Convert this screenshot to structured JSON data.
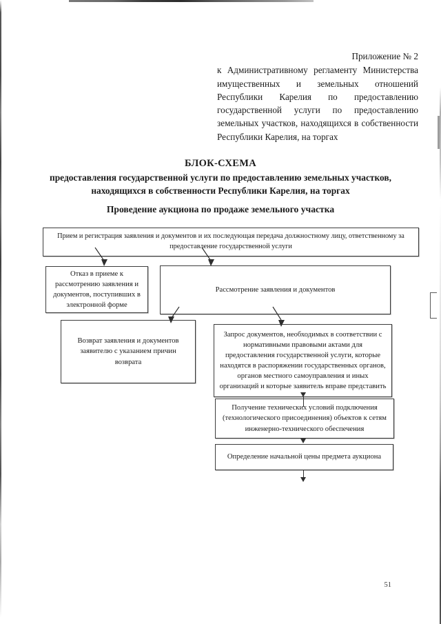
{
  "document": {
    "header": {
      "appendix_line": "Приложение № 2",
      "body": "к Административному регламенту Министерства имущественных и земельных отношений Республики Карелия по предоставлению государственной услуги по предоставлению земельных участков, находящихся в собственности Республики Карелия, на торгах"
    },
    "title": "БЛОК-СХЕМА",
    "subtitle": "предоставления государственной услуги по предоставлению земельных участков, находящихся в собственности Республики Карелия, на торгах",
    "section_title": "Проведение аукциона по продаже земельного участка",
    "page_number": "51"
  },
  "flowchart": {
    "type": "flowchart",
    "boxes": [
      {
        "id": "intake",
        "text": "Прием и регистрация заявления и документов и их последующая передача должностному лицу, ответственному за предоставление государственной услуги"
      },
      {
        "id": "refusal",
        "text": "Отказ в приеме к рассмотрению заявления и документов, поступивших в электронной форме"
      },
      {
        "id": "review",
        "text": "Рассмотрение заявления и документов"
      },
      {
        "id": "return",
        "text": "Возврат заявления и документов заявителю с указанием причин возврата"
      },
      {
        "id": "request",
        "text": "Запрос документов, необходимых в соответствии с нормативными правовыми актами для предоставления государственной услуги, которые находятся в распоряжении государственных органов, органов местного самоуправления и иных организаций и которые заявитель вправе представить"
      },
      {
        "id": "tech",
        "text": "Получение технических условий подключения (технологического присоединения) объектов к сетям инженерно-технического обеспечения"
      },
      {
        "id": "price",
        "text": "Определение начальной цены предмета аукциона"
      }
    ],
    "connections": [
      {
        "from": "intake",
        "to": "refusal",
        "style": "diagonal-arrow"
      },
      {
        "from": "intake",
        "to": "review",
        "style": "diagonal-arrow"
      },
      {
        "from": "review",
        "to": "return",
        "style": "diagonal-arrow"
      },
      {
        "from": "review",
        "to": "request",
        "style": "diagonal-arrow"
      },
      {
        "from": "request",
        "to": "tech",
        "style": "vertical-arrow"
      },
      {
        "from": "tech",
        "to": "price",
        "style": "vertical-arrow"
      },
      {
        "from": "price",
        "to": "next-page",
        "style": "vertical-arrow"
      }
    ]
  },
  "colors": {
    "ink": "#1b1b1b",
    "box_border": "#3b3b3b",
    "connector": "#2f2f2f",
    "paper": "#ffffff"
  }
}
